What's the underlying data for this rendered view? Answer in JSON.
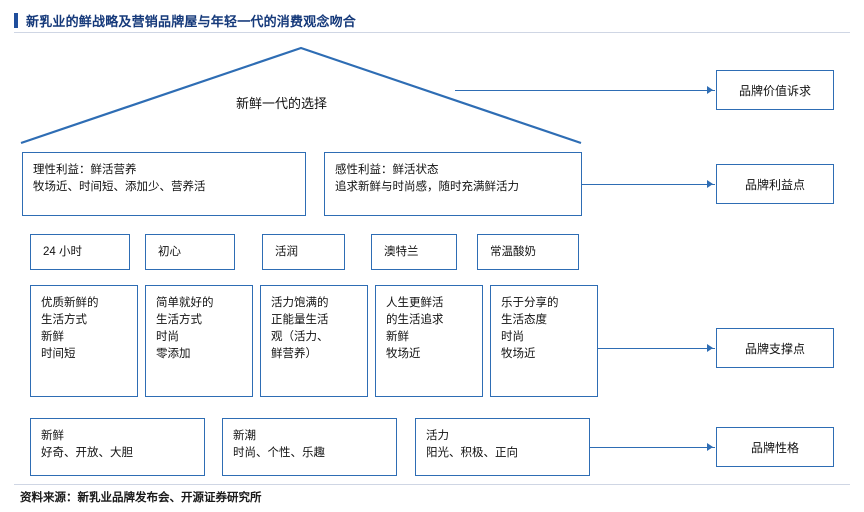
{
  "header": {
    "title": "新乳业的鲜战略及营销品牌屋与年轻一代的消费观念吻合"
  },
  "footer": {
    "source": "资料来源：新乳业品牌发布会、开源证券研究所"
  },
  "roof": {
    "label": "新鲜一代的选择"
  },
  "callouts": [
    {
      "label": "品牌价值诉求"
    },
    {
      "label": "品牌利益点"
    },
    {
      "label": "品牌支撑点"
    },
    {
      "label": "品牌性格"
    }
  ],
  "benefit_boxes": [
    {
      "lines": [
        "理性利益：鲜活营养",
        "牧场近、时间短、添加少、营养活"
      ]
    },
    {
      "lines": [
        "感性利益：鲜活状态",
        "追求新鲜与时尚感，随时充满鲜活力"
      ]
    }
  ],
  "brand_tags": [
    {
      "label": "24 小时"
    },
    {
      "label": "初心"
    },
    {
      "label": "活润"
    },
    {
      "label": "澳特兰"
    },
    {
      "label": "常温酸奶"
    }
  ],
  "support_boxes": [
    {
      "lines": [
        "优质新鲜的",
        "生活方式",
        "新鲜",
        "时间短"
      ]
    },
    {
      "lines": [
        "简单就好的",
        "生活方式",
        "时尚",
        "零添加"
      ]
    },
    {
      "lines": [
        "活力饱满的",
        "正能量生活",
        "观（活力、",
        "鲜营养）"
      ]
    },
    {
      "lines": [
        "人生更鲜活",
        "的生活追求",
        "新鲜",
        "牧场近"
      ]
    },
    {
      "lines": [
        "乐于分享的",
        "生活态度",
        "时尚",
        "牧场近"
      ]
    }
  ],
  "personality_boxes": [
    {
      "lines": [
        "新鲜",
        "好奇、开放、大胆"
      ]
    },
    {
      "lines": [
        "新潮",
        "时尚、个性、乐趣"
      ]
    },
    {
      "lines": [
        "活力",
        "阳光、积极、正向"
      ]
    }
  ],
  "colors": {
    "accent": "#2e6db4",
    "title": "#15397a",
    "roof_stroke": "#2e6db4"
  }
}
